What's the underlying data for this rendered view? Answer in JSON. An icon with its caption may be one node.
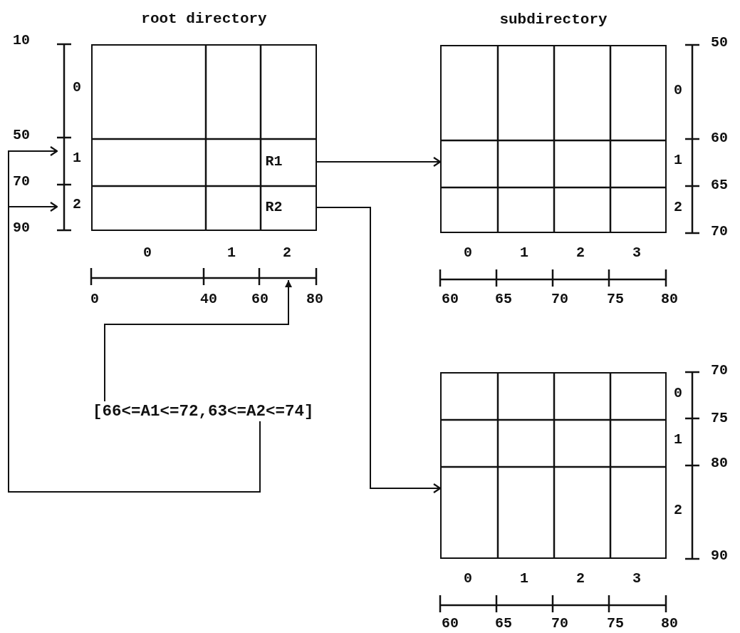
{
  "diagram": {
    "nodes": [
      {
        "text": [
          "root directory"
        ]
      },
      {
        "text": [
          "R1"
        ],
        "in": 0
      },
      {
        "text": [
          "R2"
        ],
        "in": 0
      },
      {
        "text": [
          "subdirectory"
        ]
      },
      {
        "text": [],
        "shape": "box"
      },
      {
        "text": [
          "[66<=A1<=72,63<=A2<=74]"
        ]
      }
    ],
    "edges": [
      {
        "from": 1,
        "to": 3,
        "arrow": "to"
      },
      {
        "from": 2,
        "to": 4,
        "arrow": "to"
      },
      {
        "from": 5,
        "to": null,
        "arrow": "to"
      },
      {
        "from": 5,
        "to": null,
        "arrow": "to"
      },
      {
        "from": 5,
        "to": null,
        "arrow": "to"
      }
    ],
    "labels": [
      "10",
      "0",
      "50",
      "1",
      "70",
      "2",
      "90",
      "50",
      "0",
      "60",
      "1",
      "65",
      "2",
      "70",
      "0",
      "1",
      "2",
      "0",
      "40",
      "60",
      "80",
      "0",
      "1",
      "2",
      "3",
      "60",
      "65",
      "70",
      "75",
      "80",
      "70",
      "0",
      "75",
      "1",
      "80",
      "2",
      "90",
      "0",
      "1",
      "2",
      "3",
      "60",
      "65",
      "70",
      "75",
      "80"
    ]
  }
}
